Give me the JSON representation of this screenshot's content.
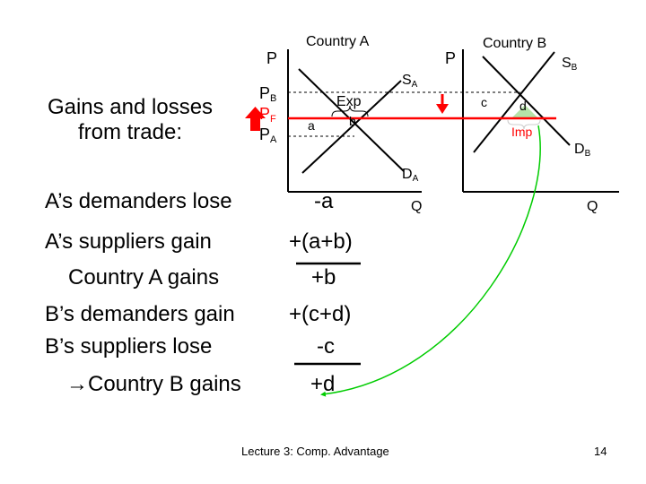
{
  "slide": {
    "title_line1": "Gains and losses",
    "title_line2": "from trade:",
    "footer": "Lecture 3:  Comp. Advantage",
    "page_number": "14"
  },
  "graph_a": {
    "heading": "Country A",
    "p_axis": "P",
    "q_axis": "Q",
    "price_labels": [
      {
        "main": "P",
        "sub": "B"
      },
      {
        "main": "P",
        "sub": "F"
      },
      {
        "main": "P",
        "sub": "A"
      }
    ],
    "supply": {
      "main": "S",
      "sub": "A"
    },
    "demand": {
      "main": "D",
      "sub": "A"
    },
    "exp_label": "Exp",
    "area_a": "a",
    "area_b": "b"
  },
  "graph_b": {
    "heading": "Country B",
    "p_axis": "P",
    "q_axis": "Q",
    "supply": {
      "main": "S",
      "sub": "B"
    },
    "demand": {
      "main": "D",
      "sub": "B"
    },
    "imp_label": "Imp",
    "area_c": "c",
    "area_d": "d"
  },
  "accounting": [
    {
      "label": "A’s demanders lose",
      "value": "-a"
    },
    {
      "label": "A’s suppliers gain",
      "value": "+(a+b)"
    },
    {
      "label": "Country A gains",
      "value": "+b"
    },
    {
      "label": "B’s demanders gain",
      "value": "+(c+d)"
    },
    {
      "label": "B’s suppliers lose",
      "value": "-c"
    },
    {
      "label": "→Country B gains",
      "value": "+d"
    }
  ],
  "colors": {
    "free_trade_price_line": "#ff0000",
    "arrow": "#ff0000",
    "highlight_curve": "#00cc00",
    "triangle_fill": "#b5e3a8"
  }
}
